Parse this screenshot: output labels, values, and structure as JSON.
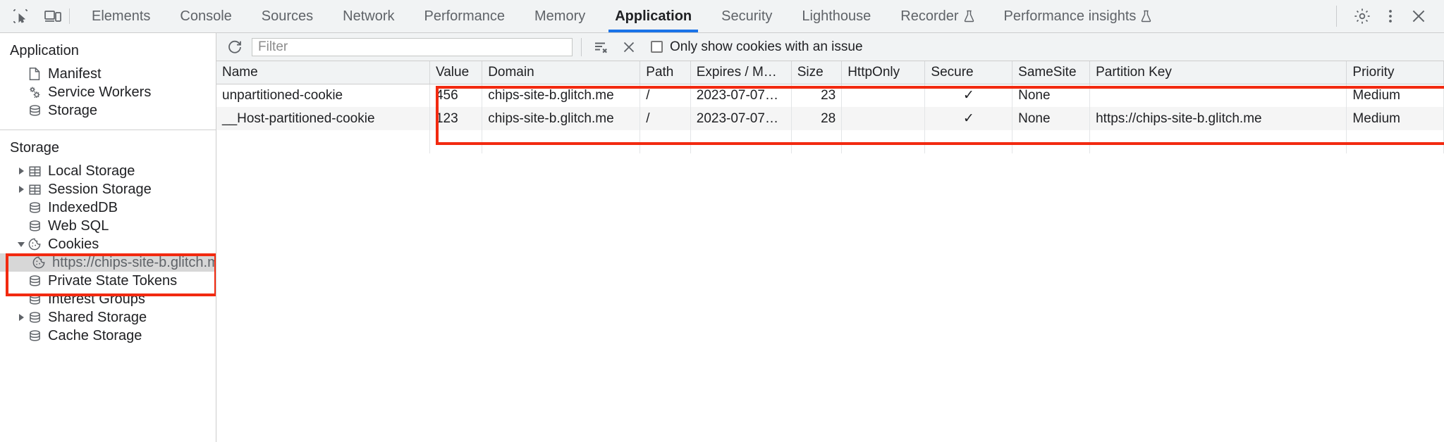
{
  "toolbar": {
    "inspect_icon": "inspect-element-icon",
    "device_icon": "device-toolbar-icon",
    "tabs": [
      {
        "label": "Elements",
        "active": false,
        "experimental": false
      },
      {
        "label": "Console",
        "active": false,
        "experimental": false
      },
      {
        "label": "Sources",
        "active": false,
        "experimental": false
      },
      {
        "label": "Network",
        "active": false,
        "experimental": false
      },
      {
        "label": "Performance",
        "active": false,
        "experimental": false
      },
      {
        "label": "Memory",
        "active": false,
        "experimental": false
      },
      {
        "label": "Application",
        "active": true,
        "experimental": false
      },
      {
        "label": "Security",
        "active": false,
        "experimental": false
      },
      {
        "label": "Lighthouse",
        "active": false,
        "experimental": false
      },
      {
        "label": "Recorder",
        "active": false,
        "experimental": true
      },
      {
        "label": "Performance insights",
        "active": false,
        "experimental": true
      }
    ],
    "settings_icon": "gear-icon",
    "more_icon": "more-vertical-icon",
    "close_icon": "close-icon",
    "accent_color": "#1a73e8"
  },
  "sidebar": {
    "sections": [
      {
        "title": "Application",
        "items": [
          {
            "label": "Manifest",
            "icon": "document-icon",
            "twisty": "none",
            "indent": 1,
            "selected": false
          },
          {
            "label": "Service Workers",
            "icon": "gears-icon",
            "twisty": "none",
            "indent": 1,
            "selected": false
          },
          {
            "label": "Storage",
            "icon": "database-icon",
            "twisty": "none",
            "indent": 1,
            "selected": false
          }
        ]
      },
      {
        "title": "Storage",
        "items": [
          {
            "label": "Local Storage",
            "icon": "table-icon",
            "twisty": "collapsed",
            "indent": 1,
            "selected": false
          },
          {
            "label": "Session Storage",
            "icon": "table-icon",
            "twisty": "collapsed",
            "indent": 1,
            "selected": false
          },
          {
            "label": "IndexedDB",
            "icon": "database-icon",
            "twisty": "none",
            "indent": 1,
            "selected": false
          },
          {
            "label": "Web SQL",
            "icon": "database-icon",
            "twisty": "none",
            "indent": 1,
            "selected": false
          },
          {
            "label": "Cookies",
            "icon": "cookie-icon",
            "twisty": "expanded",
            "indent": 1,
            "selected": false
          },
          {
            "label": "https://chips-site-b.glitch.me",
            "icon": "cookie-icon",
            "twisty": "none",
            "indent": 2,
            "selected": true
          },
          {
            "label": "Private State Tokens",
            "icon": "database-icon",
            "twisty": "none",
            "indent": 1,
            "selected": false
          },
          {
            "label": "Interest Groups",
            "icon": "database-icon",
            "twisty": "none",
            "indent": 1,
            "selected": false
          },
          {
            "label": "Shared Storage",
            "icon": "database-icon",
            "twisty": "collapsed",
            "indent": 1,
            "selected": false
          },
          {
            "label": "Cache Storage",
            "icon": "database-icon",
            "twisty": "none",
            "indent": 1,
            "selected": false
          }
        ]
      }
    ]
  },
  "filter_bar": {
    "refresh_icon": "refresh-icon",
    "filter_placeholder": "Filter",
    "filter_value": "",
    "clear_filtered_icon": "clear-filtered-cookies-icon",
    "clear_all_icon": "clear-all-cookies-icon",
    "issue_checkbox_label": "Only show cookies with an issue",
    "issue_checkbox_checked": false
  },
  "cookie_table": {
    "columns": [
      "Name",
      "Value",
      "Domain",
      "Path",
      "Expires / M…",
      "Size",
      "HttpOnly",
      "Secure",
      "SameSite",
      "Partition Key",
      "Priority"
    ],
    "rows": [
      {
        "name": "unpartitioned-cookie",
        "value": "456",
        "domain": "chips-site-b.glitch.me",
        "path": "/",
        "expires": "2023-07-07…",
        "size": "23",
        "httponly": "",
        "secure": "✓",
        "samesite": "None",
        "partition_key": "",
        "priority": "Medium"
      },
      {
        "name": "__Host-partitioned-cookie",
        "value": "123",
        "domain": "chips-site-b.glitch.me",
        "path": "/",
        "expires": "2023-07-07…",
        "size": "28",
        "httponly": "",
        "secure": "✓",
        "samesite": "None",
        "partition_key": "https://chips-site-b.glitch.me",
        "priority": "Medium"
      }
    ]
  },
  "annotations": {
    "highlight_color": "#f22a10",
    "boxes": [
      "cookies-tree-highlight",
      "cookie-table-highlight"
    ]
  }
}
